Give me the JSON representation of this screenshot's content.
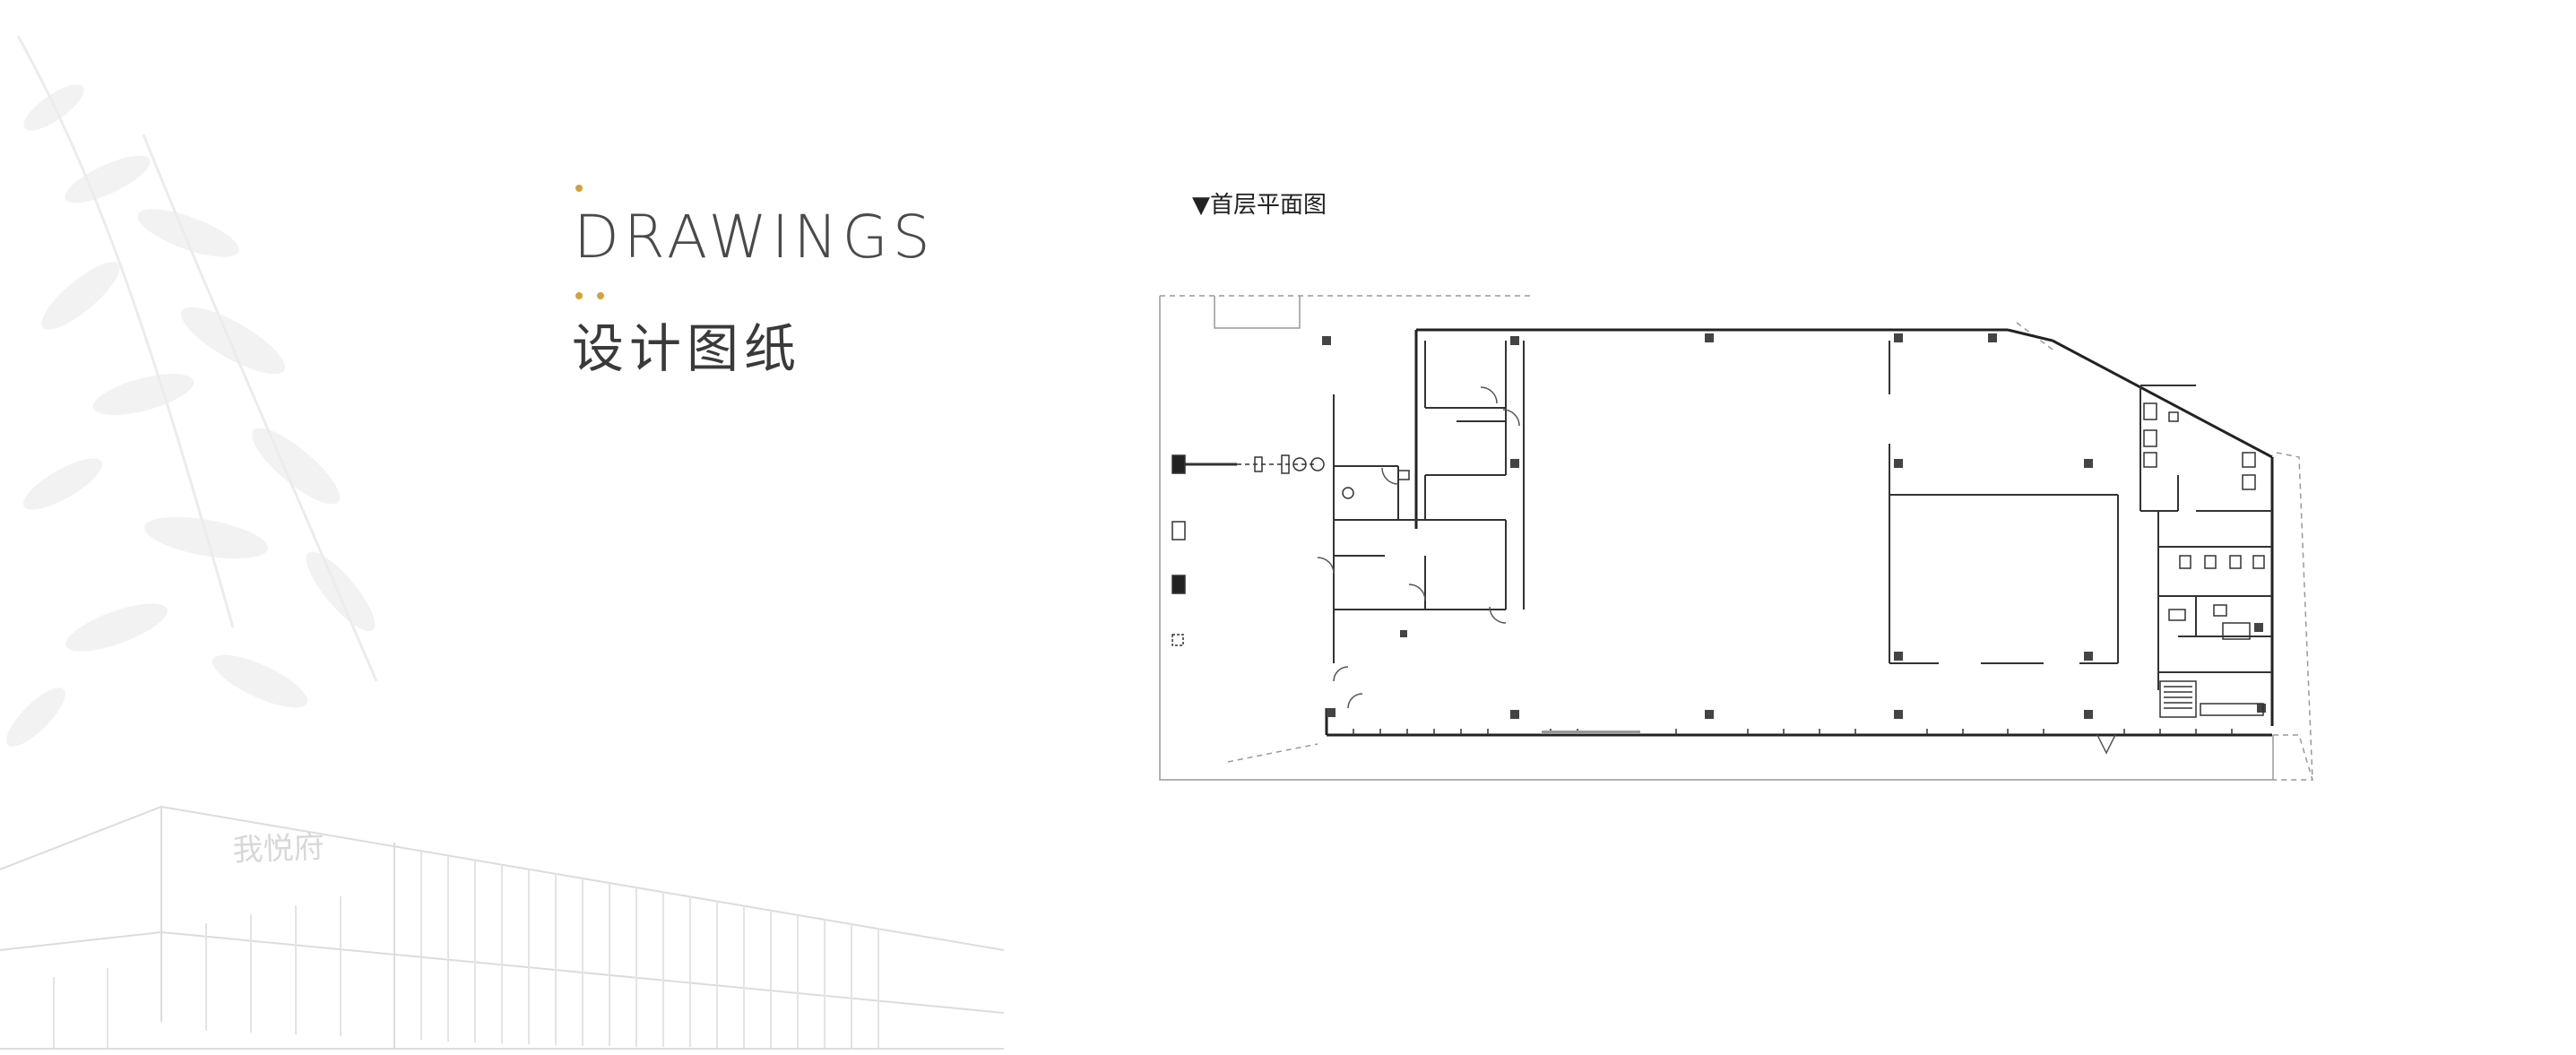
{
  "heading": {
    "title_en": "DRAWINGS",
    "title_cn": "设计图纸"
  },
  "drawing": {
    "caption": "▼首层平面图"
  },
  "decor": {
    "accent_color": "#d4a23a",
    "building_sign": "我悦府"
  }
}
